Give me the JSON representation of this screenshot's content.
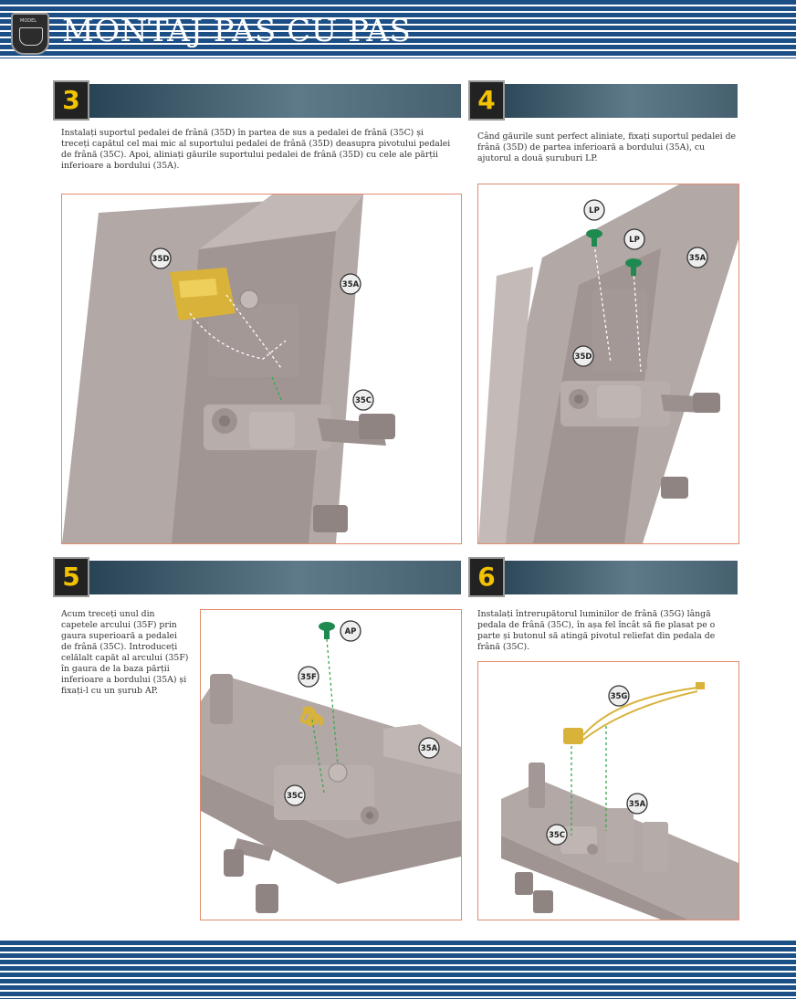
{
  "header": {
    "title": "MONTAJ PAS CU PAS",
    "logo_icon": "crest-shield-icon"
  },
  "colors": {
    "stripe": "#1c4f86",
    "accent": "#f2c200",
    "panel_border": "#e38b70",
    "part_body": "#a79c9a",
    "part_yellow": "#d9b23a",
    "screw_green": "#1f8a4f"
  },
  "steps": [
    {
      "number": "3",
      "text": "Instalați suportul pedalei de frână (35D) în partea de sus a pedalei de frână (35C) și treceți capătul cel mai mic al suportului pedalei de frână (35D) deasupra pivotului pedalei de frână (35C). Apoi, aliniați găurile suportului pedalei de frână (35D) cu cele ale părții inferioare a bordului (35A).",
      "labels": {
        "a": "35D",
        "b": "35A",
        "c": "35C"
      }
    },
    {
      "number": "4",
      "text": "Când găurile sunt perfect aliniate, fixați suportul pedalei de frână (35D) de partea inferioară a bordului (35A), cu ajutorul a două șuruburi LP.",
      "labels": {
        "a": "LP",
        "b": "LP",
        "c": "35A",
        "d": "35D"
      }
    },
    {
      "number": "5",
      "text": "Acum treceți unul din capetele arcului (35F) prin gaura superioară a pedalei de frână (35C). Introduceți celălalt capăt al arcului (35F) în gaura de la baza părții inferioare a bordului (35A) și fixați-l cu un șurub AP.",
      "labels": {
        "a": "AP",
        "b": "35F",
        "c": "35A",
        "d": "35C"
      }
    },
    {
      "number": "6",
      "text": "Instalați întrerupătorul luminilor de frână (35G) lângă pedala de frână (35C), în așa fel încât să fie plasat pe o parte și butonul să atingă pivotul reliefat din pedala de frână (35C).",
      "labels": {
        "a": "35G",
        "b": "35A",
        "c": "35C"
      }
    }
  ]
}
